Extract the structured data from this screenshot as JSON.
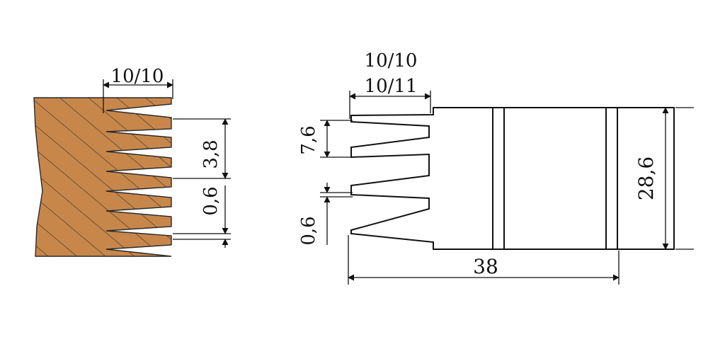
{
  "colors": {
    "wood": "#c8874a",
    "hatch": "#2a2a2a",
    "line": "#111111",
    "background": "#ffffff"
  },
  "left_view": {
    "top_label": "10/10",
    "pitch_label": "3,8",
    "gap_label": "0,6"
  },
  "right_view": {
    "top_label_1": "10/10",
    "top_label_2": "10/11",
    "pitch_label": "7,6",
    "gap_label": "0,6",
    "height_label": "28,6",
    "width_label": "38"
  }
}
